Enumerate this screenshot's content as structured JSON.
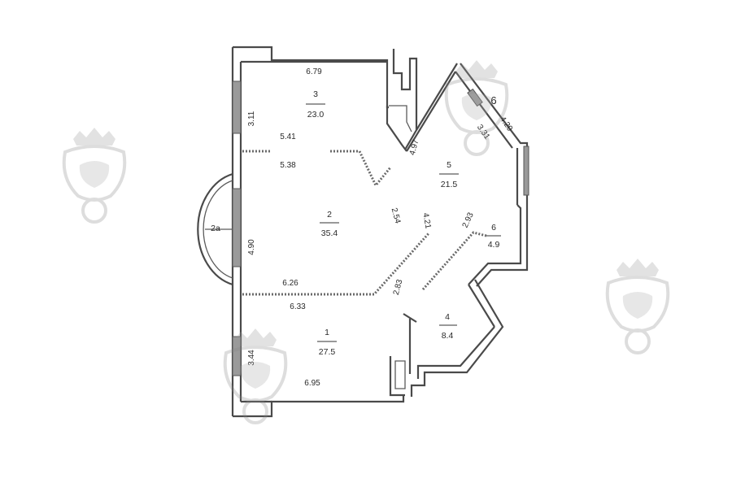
{
  "rooms": [
    {
      "id": "room-3",
      "number": "3",
      "area": "23.0"
    },
    {
      "id": "room-2",
      "number": "2",
      "area": "35.4"
    },
    {
      "id": "room-5",
      "number": "5",
      "area": "21.5"
    },
    {
      "id": "room-6",
      "number": "6",
      "area": "4.9"
    },
    {
      "id": "room-1",
      "number": "1",
      "area": "27.5"
    },
    {
      "id": "room-4",
      "number": "4",
      "area": "8.4"
    }
  ],
  "balcony_labels": {
    "room_2a": "2a",
    "room_6_small": "6"
  },
  "dimensions": {
    "d_679": "6.79",
    "d_311": "3.11",
    "d_541": "5.41",
    "d_538": "5.38",
    "d_497": "4.97",
    "d_420": "4.20",
    "d_331": "3.31",
    "d_254": "2.54",
    "d_421": "4.21",
    "d_293": "2.93",
    "d_490": "4.90",
    "d_626": "6.26",
    "d_633": "6.33",
    "d_283": "2.83",
    "d_344": "3.44",
    "d_695": "6.95"
  },
  "colors": {
    "wall": "#4a4a4a",
    "window": "#9a9a9a",
    "watermark": "#b8b8b8"
  }
}
